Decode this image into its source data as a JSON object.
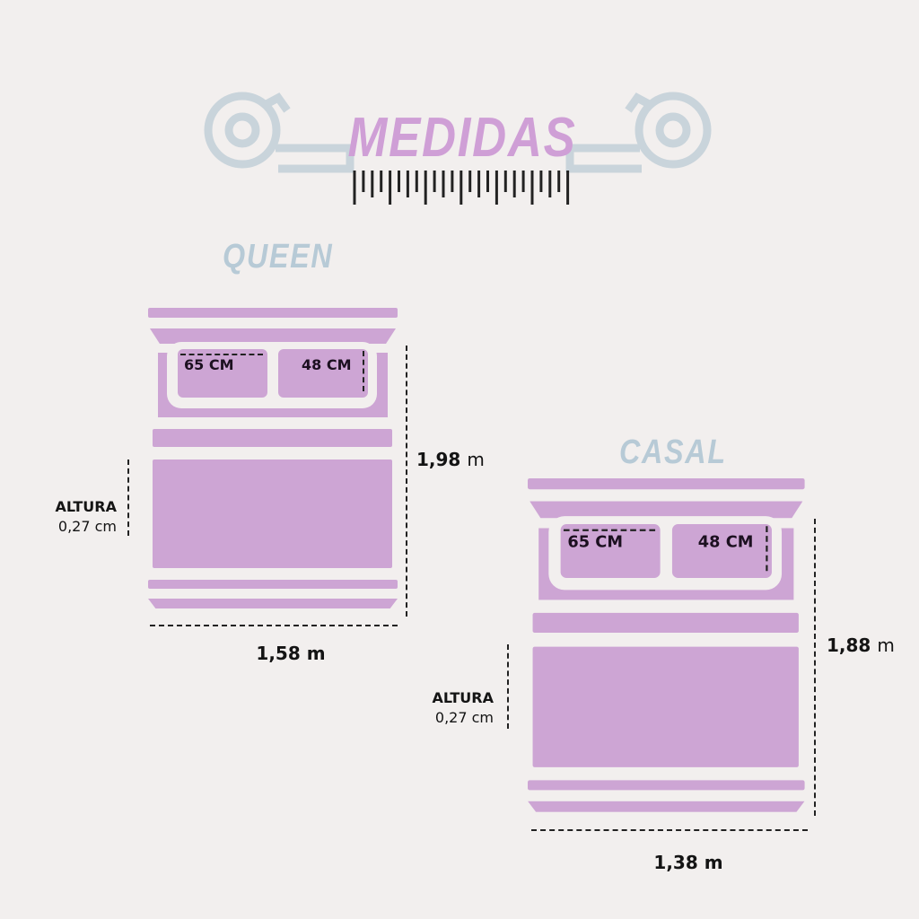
{
  "header": {
    "title": "MEDIDAS",
    "icon_left": "tape-measure-icon",
    "icon_right": "tape-measure-icon",
    "ruler": "ruler-icon"
  },
  "beds": [
    {
      "name": "QUEEN",
      "pillow_width": "65 CM",
      "pillow_height": "48 CM",
      "length_value": "1,98",
      "length_unit": "m",
      "width_value": "1,58 m",
      "height_label": "ALTURA",
      "height_value": "0,27 cm"
    },
    {
      "name": "CASAL",
      "pillow_width": "65 CM",
      "pillow_height": "48 CM",
      "length_value": "1,88",
      "length_unit": "m",
      "width_value": "1,38 m",
      "height_label": "ALTURA",
      "height_value": "0,27 cm"
    }
  ],
  "colors": {
    "bed": "#cda5d4",
    "title": "#cf9fd6",
    "subtitle": "#b7cad6",
    "background": "#f2efee"
  }
}
